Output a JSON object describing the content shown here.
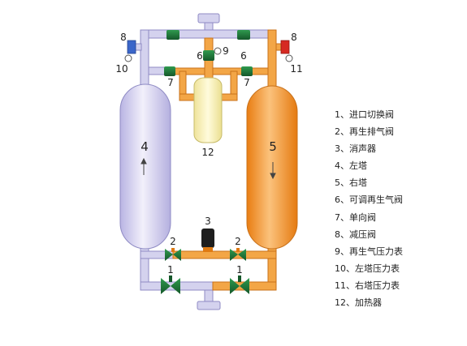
{
  "labels": {
    "left_tower": "4",
    "right_tower": "5",
    "heater": "12",
    "silencer": "3",
    "inlet_valve_left": "1",
    "inlet_valve_right": "1",
    "regen_valve_left": "2",
    "regen_valve_right": "2",
    "pressure_reducer_left": "8",
    "pressure_reducer_right": "8",
    "gauge_left": "10",
    "gauge_right": "11",
    "gauge_regen": "9",
    "regen_valve_adj_left": "6",
    "regen_valve_adj_right": "6",
    "check_valve_left": "7",
    "check_valve_right": "7"
  },
  "legend": [
    "1、进口切换阀",
    "2、再生排气阀",
    "3、消声器",
    "4、左塔",
    "5、右塔",
    "6、可调再生气阀",
    "7、单向阀",
    "8、减压阀",
    "9、再生气压力表",
    "10、左塔压力表",
    "11、右塔压力表",
    "12、加热器"
  ],
  "colors": {
    "pipe_blue": "#d0d0ea",
    "pipe_orange": "#f09a30",
    "tower_left": "#d8d4f0",
    "tower_right": "#f39a35",
    "heater": "#f7efae",
    "valve_green": "#1f7a3a",
    "reducer_blue": "#3b66c9",
    "reducer_red": "#d62a22"
  }
}
